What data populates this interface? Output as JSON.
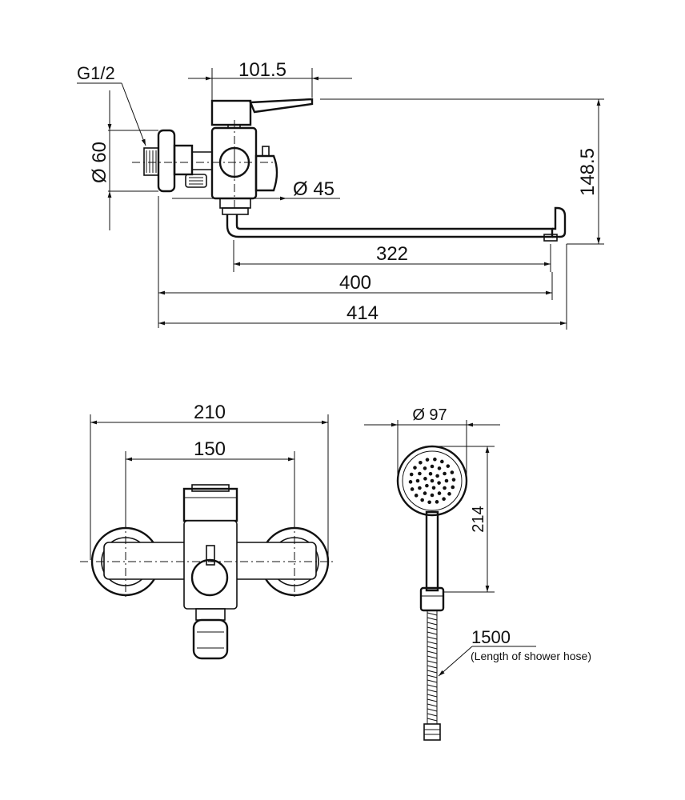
{
  "views": {
    "side": {
      "thread_label": "G1/2",
      "width_top": "101.5",
      "flange_diameter": "Ø 60",
      "body_diameter": "Ø 45",
      "height": "148.5",
      "spout_length": "322",
      "length_400": "400",
      "overall_length": "414"
    },
    "front": {
      "overall_width": "210",
      "centers": "150"
    },
    "shower": {
      "head_diameter": "Ø 97",
      "handle_length": "214",
      "hose_length": "1500",
      "hose_note": "(Length of shower hose)"
    }
  },
  "colors": {
    "line": "#111111",
    "background": "#ffffff"
  }
}
